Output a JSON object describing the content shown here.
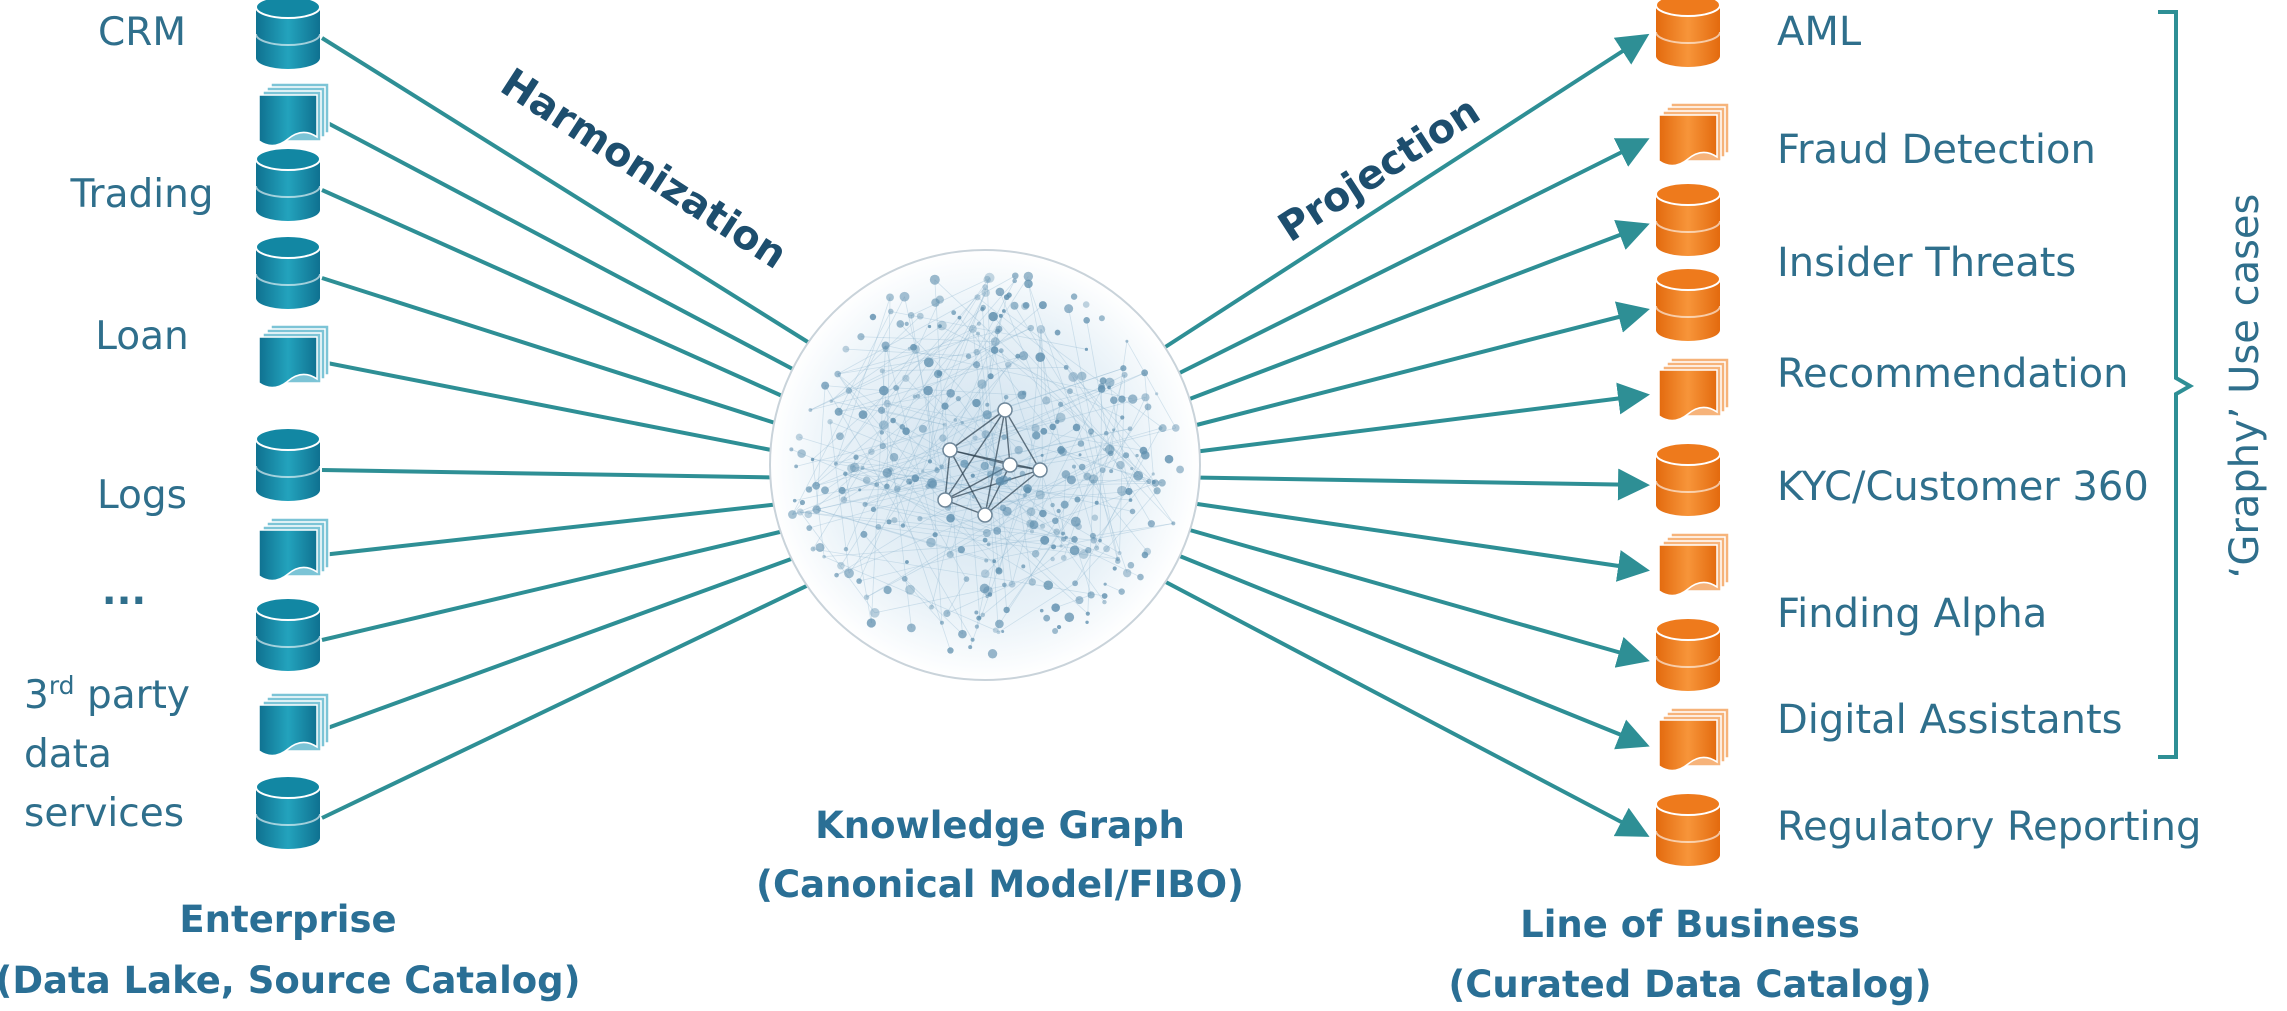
{
  "colors": {
    "source_icon": "#1E8FA8",
    "target_icon": "#F07F22",
    "connector": "#2E8F95",
    "text": "#2F6F8C",
    "caption": "#2A6F95",
    "graph_node": "#5F8FAE"
  },
  "source": {
    "labels": [
      "CRM",
      "Trading",
      "Loan",
      "Logs",
      "..."
    ],
    "third_party": {
      "prefix": "3",
      "superscript": "rd",
      "line1_rest": " party",
      "line2": "data",
      "line3": "services"
    },
    "icons": [
      "database-icon",
      "document-stack-icon",
      "database-icon",
      "database-icon",
      "document-stack-icon",
      "database-icon",
      "document-stack-icon",
      "database-icon",
      "document-stack-icon",
      "database-icon"
    ],
    "caption_line1": "Enterprise",
    "caption_line2": "(Data Lake, Source Catalog)"
  },
  "center": {
    "caption_line1": "Knowledge Graph",
    "caption_line2": "(Canonical Model/FIBO)"
  },
  "flows": {
    "left_label": "Harmonization",
    "right_label": "Projection"
  },
  "target": {
    "labels": [
      "AML",
      "Fraud Detection",
      "Insider Threats",
      "Recommendation",
      "KYC/Customer 360",
      "Finding Alpha",
      "Digital Assistants",
      "Regulatory Reporting"
    ],
    "icons": [
      "database-icon",
      "document-stack-icon",
      "database-icon",
      "database-icon",
      "document-stack-icon",
      "database-icon",
      "document-stack-icon",
      "database-icon",
      "document-stack-icon",
      "database-icon"
    ],
    "caption_line1": "Line of Business",
    "caption_line2": "(Curated Data Catalog)"
  },
  "brace_label": "‘Graphy’ Use cases"
}
